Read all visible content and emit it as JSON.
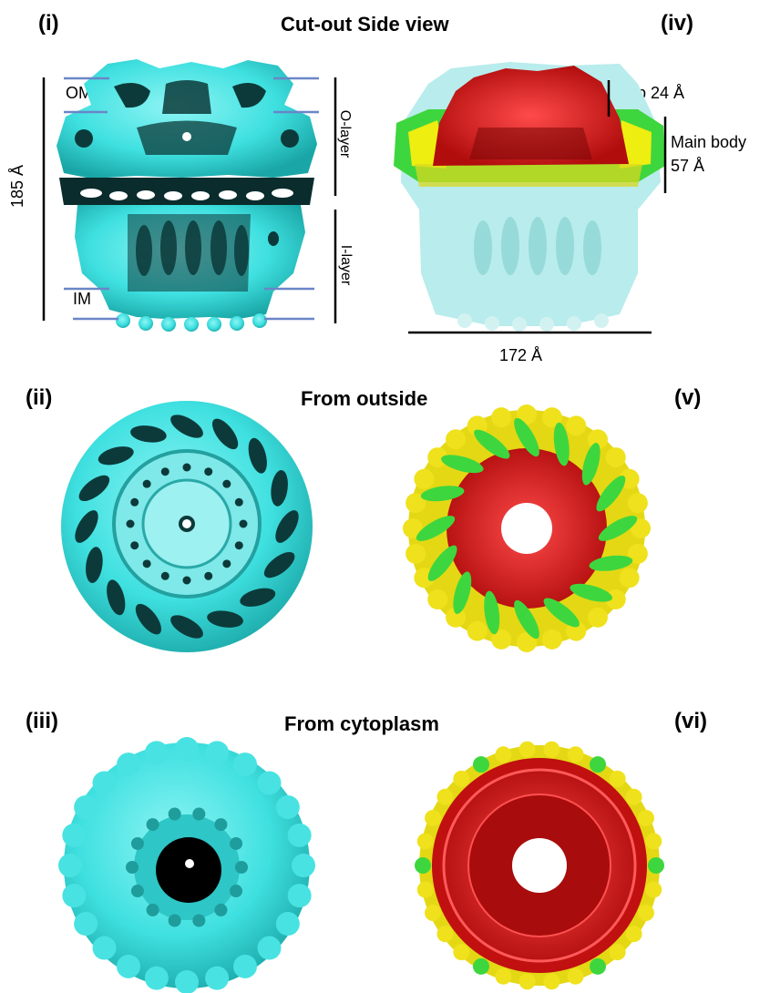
{
  "panels": {
    "i": "(i)",
    "ii": "(ii)",
    "iii": "(iii)",
    "iv": "(iv)",
    "v": "(v)",
    "vi": "(vi)"
  },
  "titles": {
    "side": "Cut-out Side view",
    "outside": "From outside",
    "cytoplasm": "From cytoplasm"
  },
  "annotations": {
    "om": "OM",
    "im": "IM",
    "height": "185 Å",
    "o_layer": "O-layer",
    "i_layer": "I-layer",
    "cap": "Cap 24 Å",
    "main_body_1": "Main body",
    "main_body_2": "57 Å",
    "width": "172 Å"
  },
  "colors": {
    "cyan": "#3fe0e0",
    "cyan_dark": "#0c3a3a",
    "cyan_faded": "#b9ecec",
    "red": "#e01818",
    "yellow": "#eeee10",
    "green": "#3ed63e",
    "membrane_line": "#6a86c8"
  }
}
